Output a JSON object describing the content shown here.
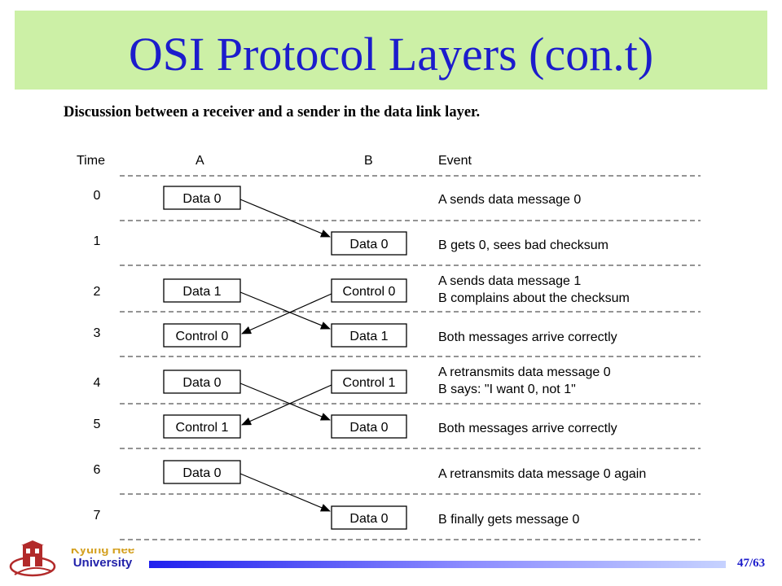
{
  "title": "OSI Protocol Layers (con.t)",
  "subtitle": "Discussion between a receiver and a sender in the data link layer.",
  "headers": {
    "time": "Time",
    "a": "A",
    "b": "B",
    "event": "Event"
  },
  "rows": [
    {
      "time": "0",
      "a": "Data 0",
      "b": "",
      "events": [
        "A sends data message 0"
      ]
    },
    {
      "time": "1",
      "a": "",
      "b": "Data 0",
      "events": [
        "B gets 0, sees bad checksum"
      ]
    },
    {
      "time": "2",
      "a": "Data 1",
      "b": "Control 0",
      "events": [
        "A sends data message 1",
        "B complains about the checksum"
      ]
    },
    {
      "time": "3",
      "a": "Control 0",
      "b": "Data 1",
      "events": [
        "Both messages arrive correctly"
      ]
    },
    {
      "time": "4",
      "a": "Data 0",
      "b": "Control 1",
      "events": [
        "A retransmits data message 0",
        "B says: \"I want 0, not 1\""
      ]
    },
    {
      "time": "5",
      "a": "Control 1",
      "b": "Data 0",
      "events": [
        "Both messages arrive correctly"
      ]
    },
    {
      "time": "6",
      "a": "Data 0",
      "b": "",
      "events": [
        "A retransmits data message 0 again"
      ]
    },
    {
      "time": "7",
      "a": "",
      "b": "Data 0",
      "events": [
        "B finally gets message 0"
      ]
    }
  ],
  "arrows": [
    {
      "from": "A",
      "row": 0,
      "to": "B",
      "to_row": 1
    },
    {
      "from": "A",
      "row": 2,
      "to": "B",
      "to_row": 3
    },
    {
      "from": "B",
      "row": 2,
      "to": "A",
      "to_row": 3
    },
    {
      "from": "A",
      "row": 4,
      "to": "B",
      "to_row": 5
    },
    {
      "from": "B",
      "row": 4,
      "to": "A",
      "to_row": 5
    },
    {
      "from": "A",
      "row": 6,
      "to": "B",
      "to_row": 7
    }
  ],
  "footer": {
    "university_line1": "Kyung Hee",
    "university_line2": "University",
    "page": "47/63"
  },
  "colors": {
    "title": "#1c1ccc",
    "title_bar": "#ccf0a6",
    "logo": "#b22a2a"
  }
}
